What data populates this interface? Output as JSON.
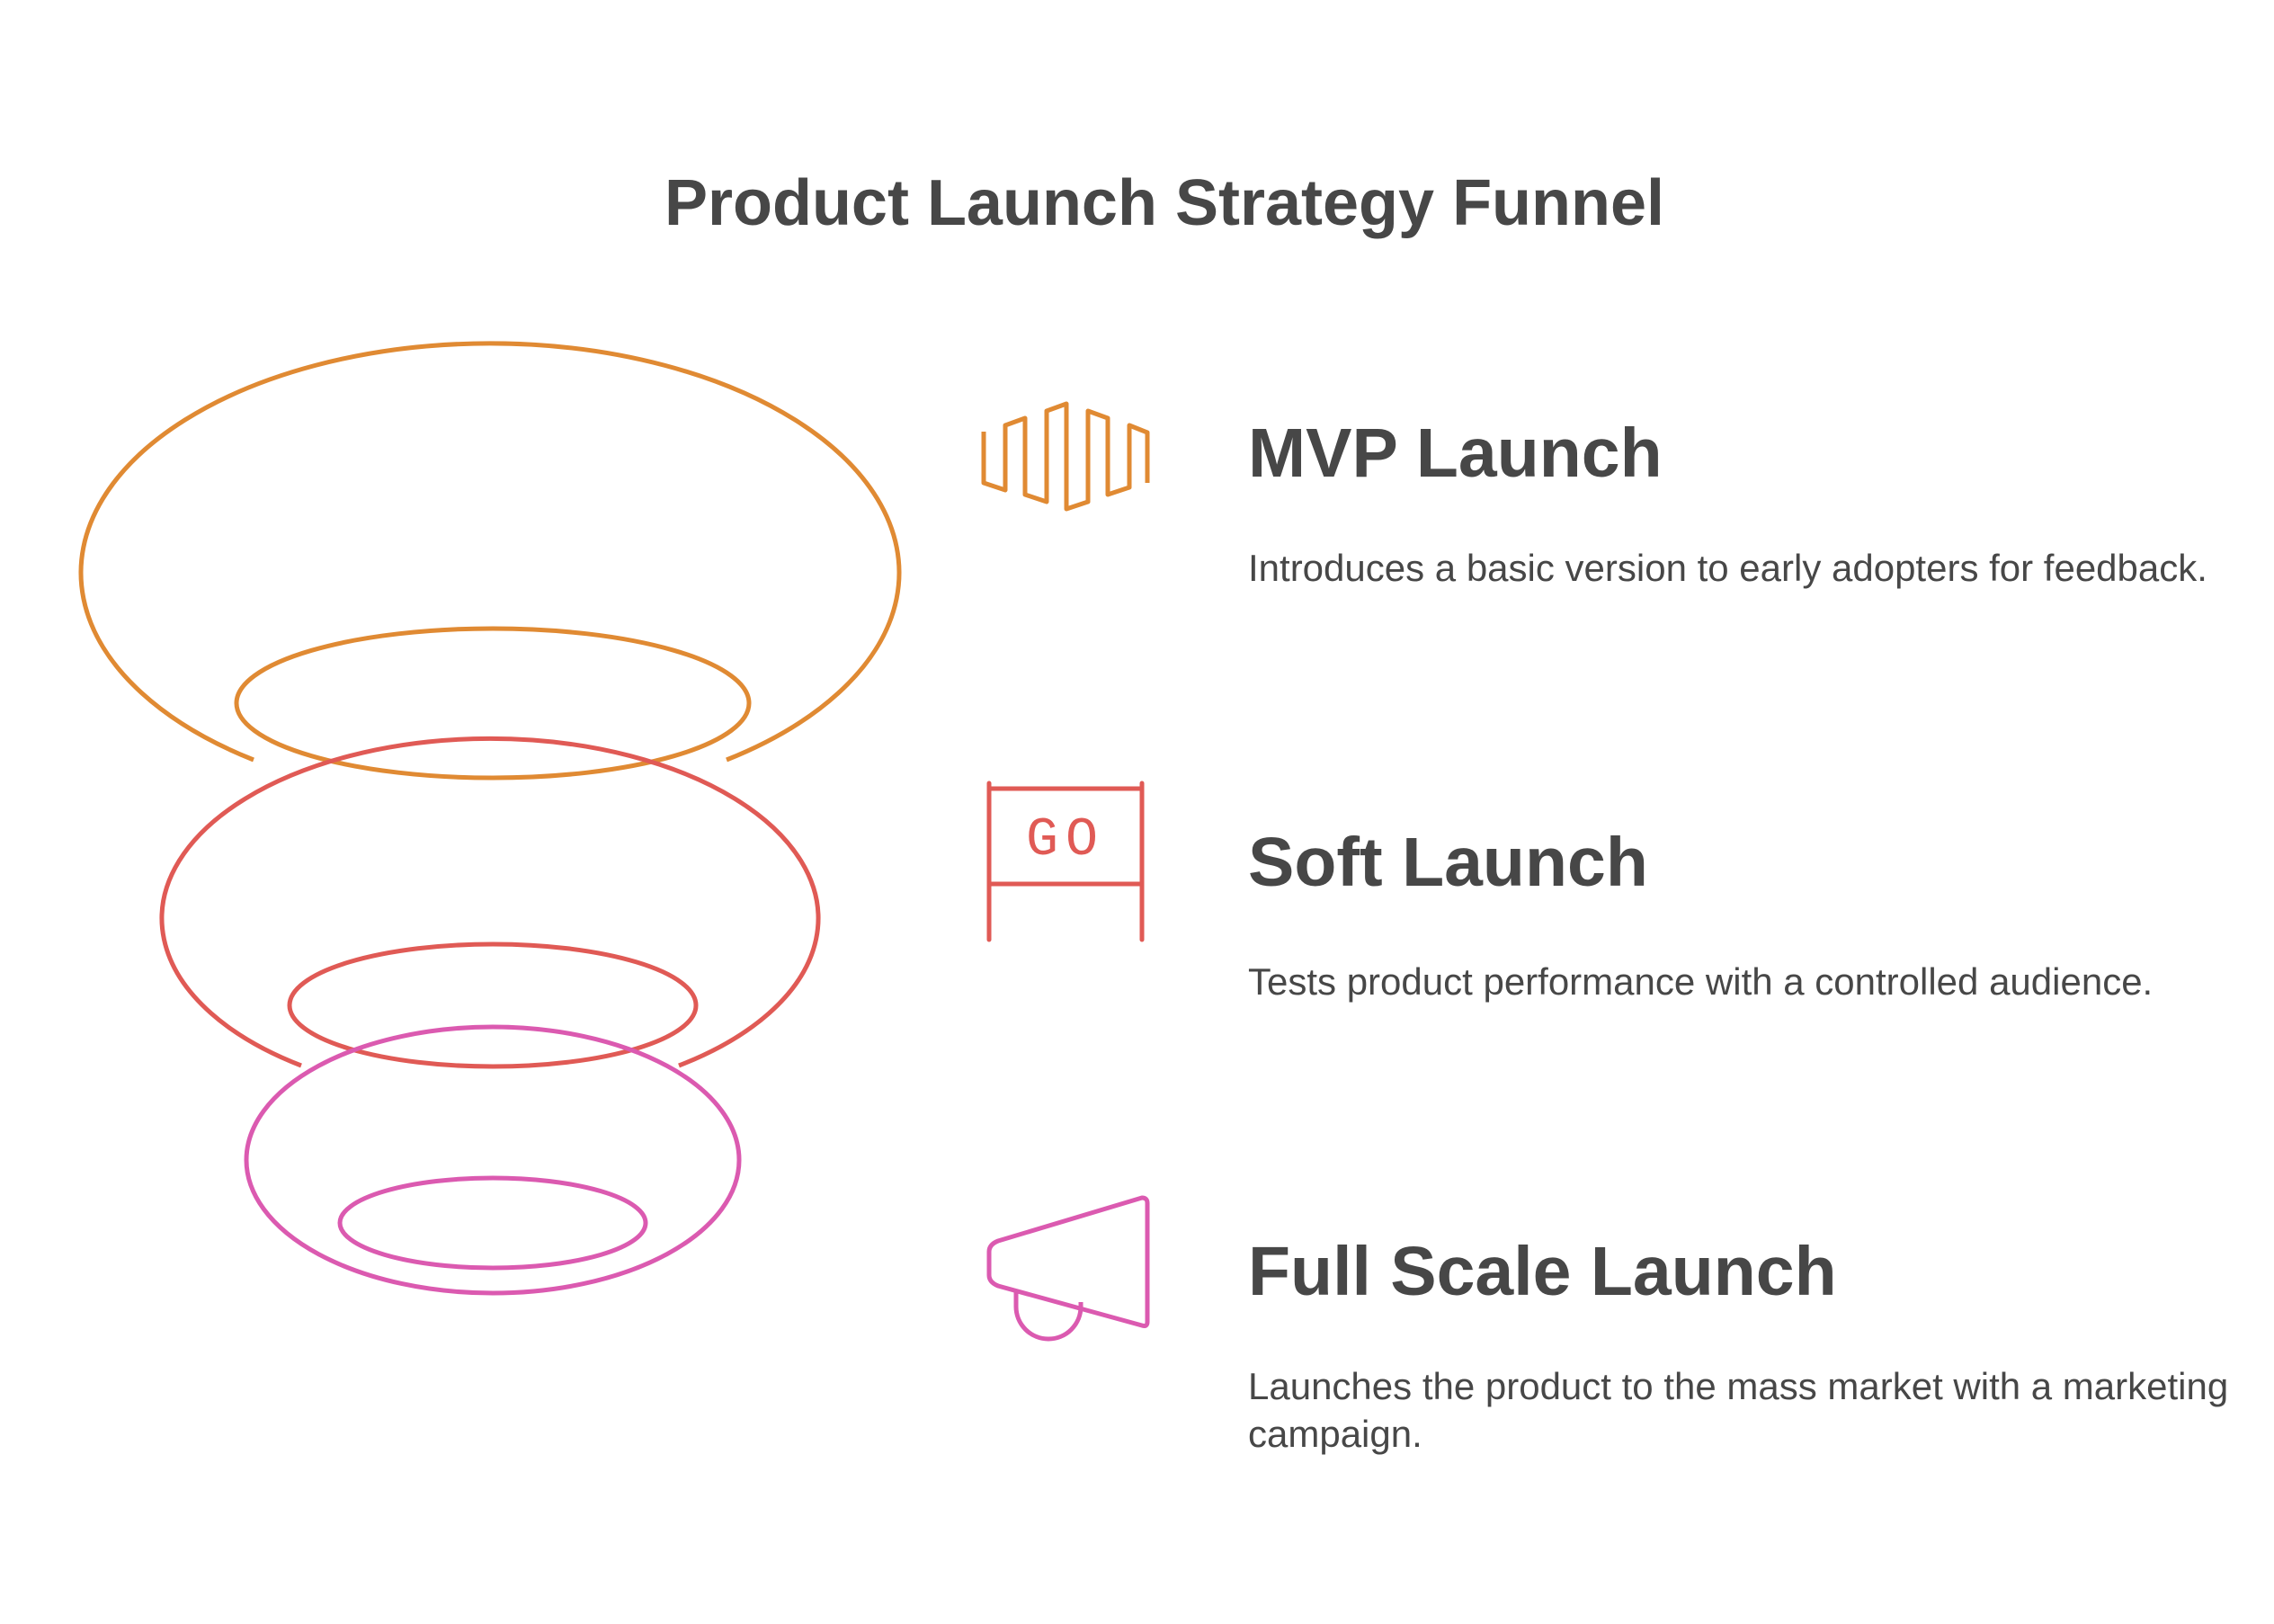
{
  "title": "Product Launch Strategy Funnel",
  "colors": {
    "stage1": "#E08A33",
    "stage2": "#E05A55",
    "stage3": "#DB5AB0",
    "text": "#474747"
  },
  "stages": [
    {
      "title": "MVP Launch",
      "description": "Introduces a basic version to early adopters for feedback.",
      "icon": "waveform-icon"
    },
    {
      "title": "Soft Launch",
      "description": "Tests product performance with a controlled audience.",
      "icon": "go-sign-icon",
      "icon_text": "GO"
    },
    {
      "title": "Full Scale Launch",
      "description": "Launches the product to the mass market with a marketing campaign.",
      "icon": "megaphone-icon"
    }
  ]
}
